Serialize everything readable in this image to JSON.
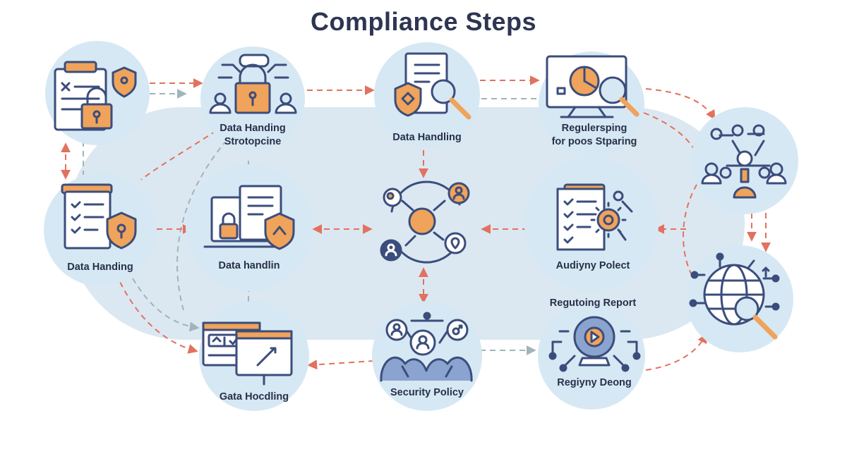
{
  "title": "Compliance Steps",
  "colors": {
    "navy": "#3b4d7c",
    "orange": "#f0a35a",
    "red_arrow": "#e2715f",
    "gray_arrow": "#9fb5b9",
    "circle_fill": "#d6e8f3",
    "band_fill": "#dbe8f1"
  },
  "nodes": [
    {
      "id": "n1",
      "label": "",
      "icon": "clipboard-lock-icon"
    },
    {
      "id": "n2",
      "label": "Data Handing\nStrotopcine",
      "icon": "network-lock-icon"
    },
    {
      "id": "n3",
      "label": "Data Handling",
      "icon": "document-search-icon"
    },
    {
      "id": "n4",
      "label": "Regulersping\nfor poos Stparing",
      "icon": "monitor-search-icon"
    },
    {
      "id": "n5",
      "label": "",
      "icon": "people-network-icon"
    },
    {
      "id": "n6",
      "label": "Data Handing",
      "icon": "checklist-shield-icon"
    },
    {
      "id": "n7",
      "label": "Data handlin",
      "icon": "laptop-document-shield-icon"
    },
    {
      "id": "n8",
      "label": "",
      "icon": "central-hub-icon"
    },
    {
      "id": "n9",
      "label": "Audiyny Polect",
      "icon": "checklist-gear-icon"
    },
    {
      "id": "n10",
      "label": "",
      "icon": "globe-search-icon"
    },
    {
      "id": "n11",
      "label": "Gata Hocdling",
      "icon": "presentation-board-icon"
    },
    {
      "id": "n12",
      "label": "Security Policy",
      "icon": "team-meeting-icon"
    },
    {
      "id": "n13",
      "label": "Regiyny Deong",
      "icon": "crystal-ball-icon"
    }
  ],
  "floating_label": "Regutoing Report"
}
